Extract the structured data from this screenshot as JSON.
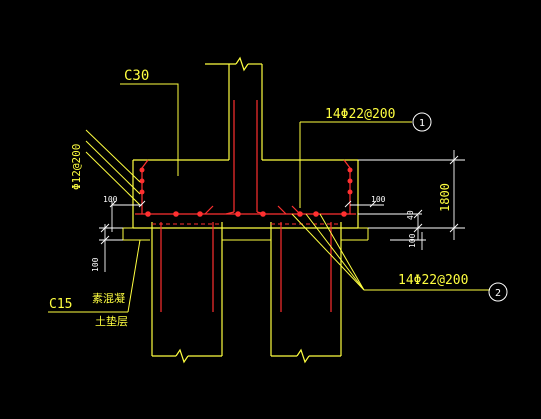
{
  "labels": {
    "concrete_grade": "C30",
    "top_rebar": "14Φ22@200",
    "top_rebar_callout": "1",
    "side_rebar": "Φ12@200",
    "dim_height": "1800",
    "dim_cover_left": "100",
    "dim_cover_right": "100",
    "dim_lower_left": "100",
    "dim_lower_right": "100",
    "dim_small": "40",
    "bottom_rebar": "14Φ22@200",
    "bottom_rebar_callout": "2",
    "blinding_grade": "C15",
    "blinding_label": "素混凝",
    "soil_label": "土垫层"
  },
  "colors": {
    "outline": "#ffff40",
    "concrete_lines": "#ffffff",
    "rebar": "#ff3030",
    "dimension": "#ffffff",
    "background": "#000000"
  }
}
